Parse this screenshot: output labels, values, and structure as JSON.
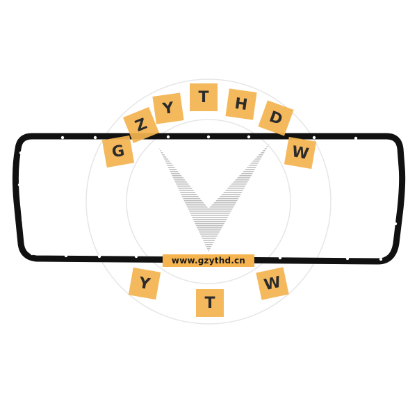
{
  "watermark": {
    "url_text": "www.gzythd.cn",
    "ring_letters": [
      "G",
      "Z",
      "Y",
      "T",
      "H",
      "D",
      "W"
    ],
    "bottom_letters": [
      "Y",
      "T",
      "W"
    ],
    "tile_color": "#f5b450",
    "ring_color": "#e6e6e6",
    "logo_mark": "chevron-v-stripes"
  },
  "product": {
    "name": "oil-pan-gasket",
    "color": "#111111",
    "bolt_hole_color": "#ffffff"
  }
}
